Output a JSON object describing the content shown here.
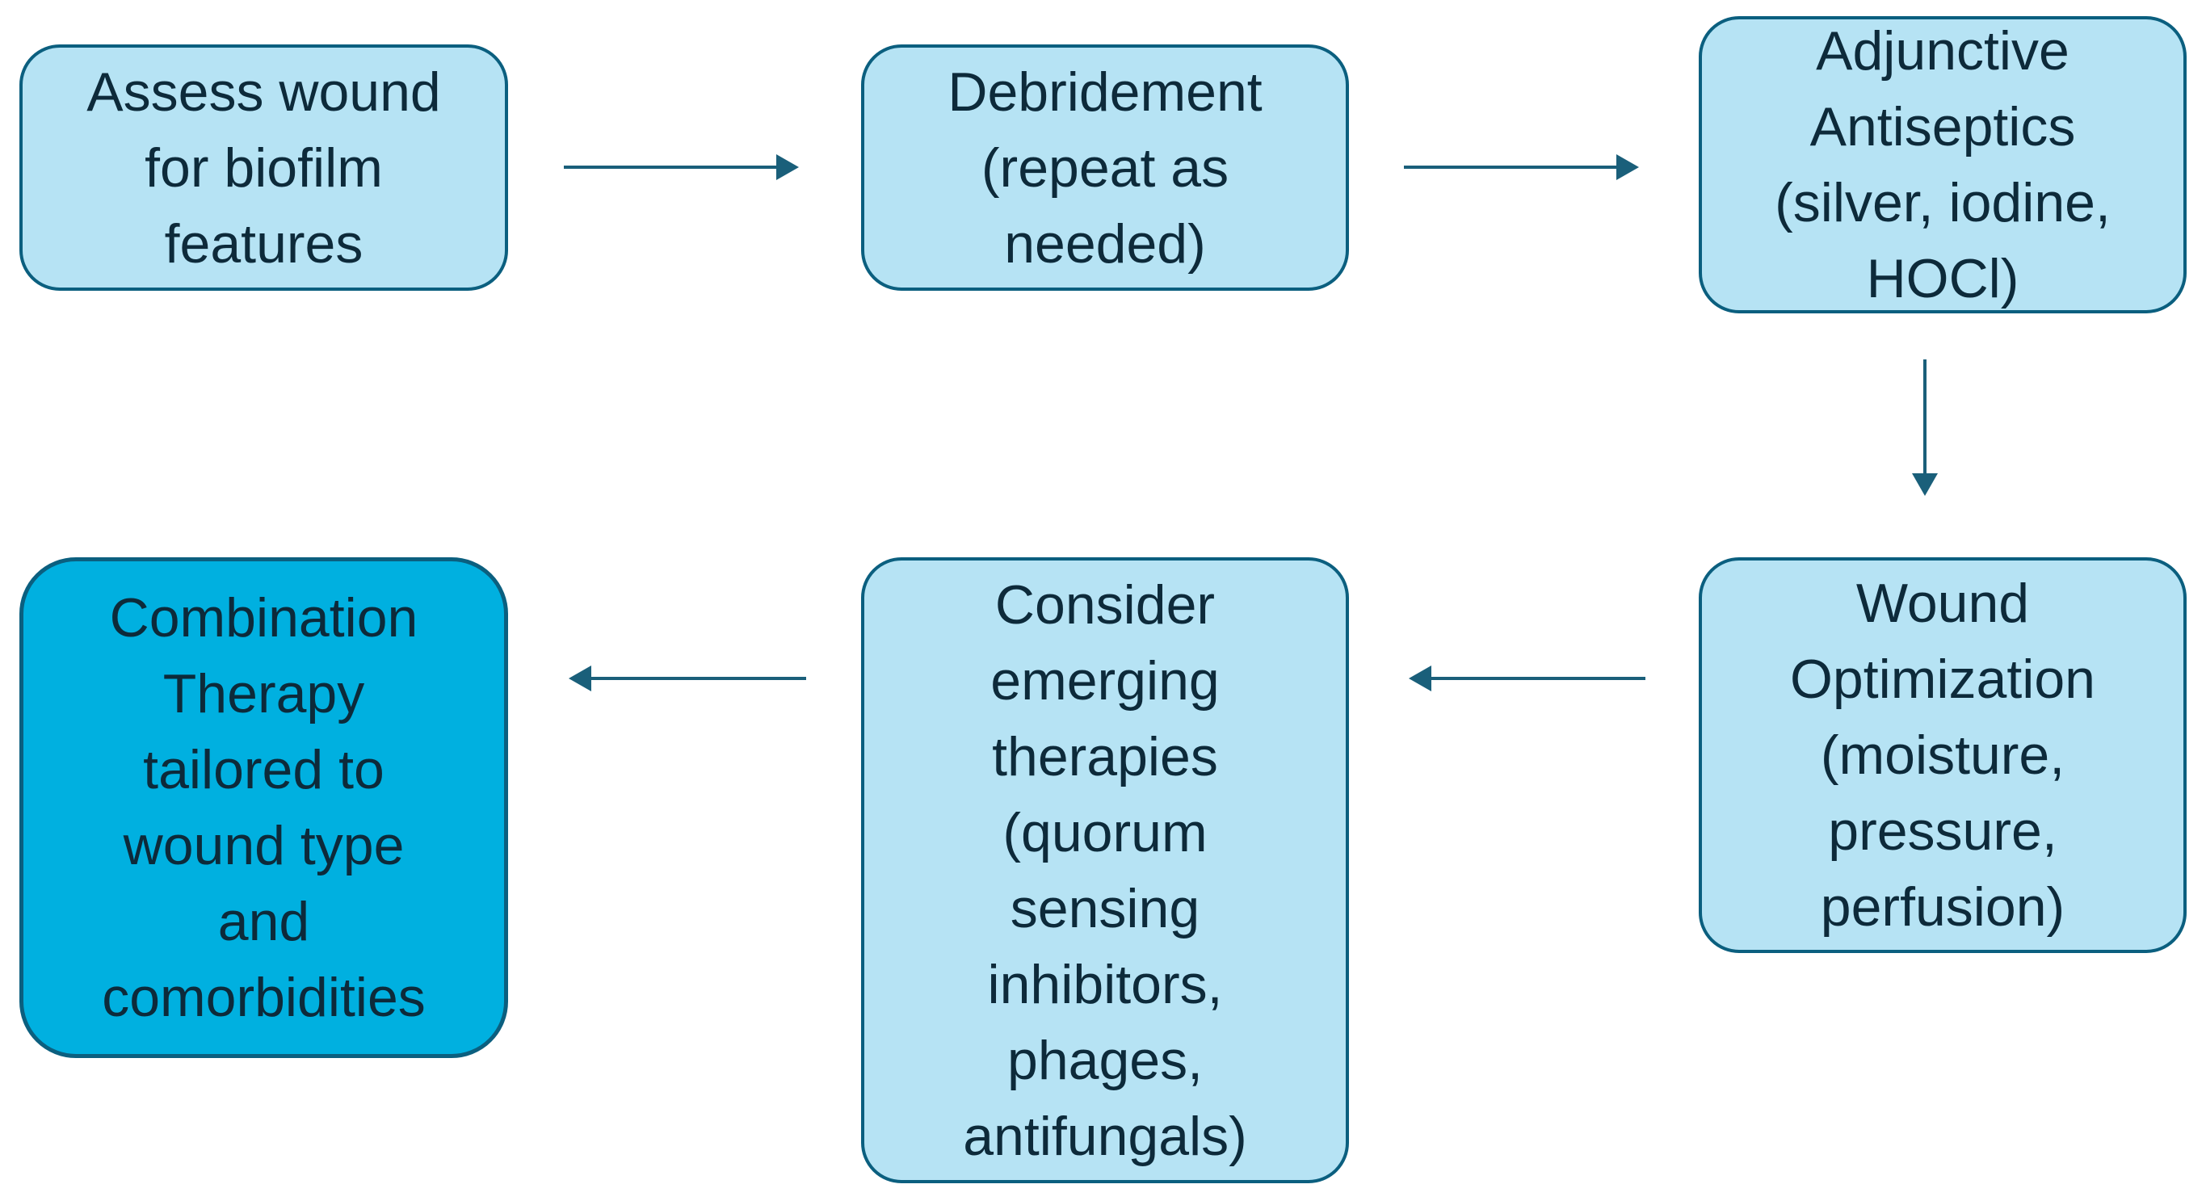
{
  "diagram": {
    "nodes": [
      {
        "id": "assess",
        "label": "Assess wound\nfor biofilm\nfeatures"
      },
      {
        "id": "debride",
        "label": "Debridement\n(repeat as\nneeded)"
      },
      {
        "id": "adjunct",
        "label": "Adjunctive\nAntiseptics\n(silver, iodine,\nHOCl)"
      },
      {
        "id": "optimize",
        "label": "Wound\nOptimization\n(moisture,\npressure,\nperfusion)"
      },
      {
        "id": "emerging",
        "label": "Consider\nemerging\ntherapies\n(quorum\nsensing\ninhibitors,\nphages,\nantifungals)"
      },
      {
        "id": "combo",
        "label": "Combination\nTherapy\ntailored to\nwound type\nand\ncomorbidities"
      }
    ],
    "edges": [
      {
        "from": "assess",
        "to": "debride"
      },
      {
        "from": "debride",
        "to": "adjunct"
      },
      {
        "from": "adjunct",
        "to": "optimize"
      },
      {
        "from": "optimize",
        "to": "emerging"
      },
      {
        "from": "emerging",
        "to": "combo"
      }
    ],
    "colors": {
      "box_fill": "#b6e3f4",
      "final_box_fill": "#00b0e0",
      "border": "#0b5f7f",
      "arrow": "#1a5f7a",
      "text": "#0d2a3a"
    }
  }
}
